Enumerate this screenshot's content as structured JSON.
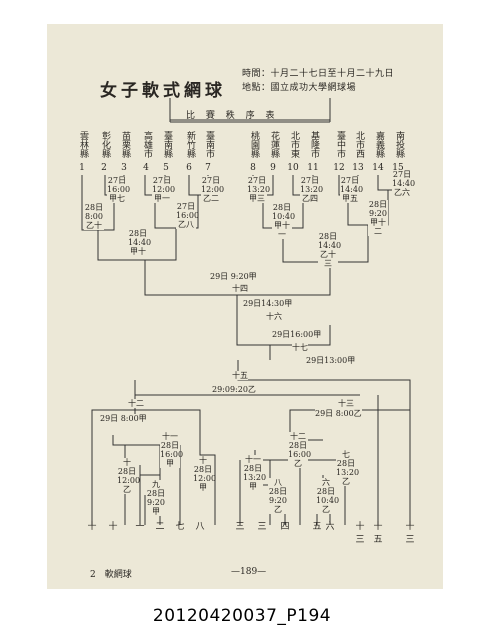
{
  "header": {
    "title": "女子軟式網球",
    "time_line": "時間：十月二十七日至十月二十九日",
    "place_line": "地點：國立成功大學網球場",
    "subtitle": "比 賽 秩 序 表"
  },
  "teams": [
    {
      "name": "雲林縣",
      "num": "1"
    },
    {
      "name": "彰化縣",
      "num": "2"
    },
    {
      "name": "苗栗縣",
      "num": "3"
    },
    {
      "name": "高雄市",
      "num": "4"
    },
    {
      "name": "臺南縣",
      "num": "5"
    },
    {
      "name": "新竹縣",
      "num": "6"
    },
    {
      "name": "臺南市",
      "num": "7"
    },
    {
      "name": "桃園縣",
      "num": "8"
    },
    {
      "name": "花蓮縣",
      "num": "9"
    },
    {
      "name": "北市東",
      "num": "10"
    },
    {
      "name": "基隆市",
      "num": "11"
    },
    {
      "name": "臺中市",
      "num": "12"
    },
    {
      "name": "北市西",
      "num": "13"
    },
    {
      "name": "嘉義縣",
      "num": "14"
    },
    {
      "name": "南投縣",
      "num": "15"
    }
  ],
  "matches_top": [
    {
      "text": "27日16:00甲七"
    },
    {
      "text": "27日12:00甲一"
    },
    {
      "text": "27日12:00乙二"
    },
    {
      "text": "28日8:00乙十"
    },
    {
      "text": "27日16:00乙八"
    },
    {
      "text": "28日14:40甲十"
    },
    {
      "text": "27日13:20甲三"
    },
    {
      "text": "27日13:20乙四"
    },
    {
      "text": "28日10:40甲十一"
    },
    {
      "text": "27日14:40甲五"
    },
    {
      "text": "27日14:40乙六"
    },
    {
      "text": "28日9:20甲十二"
    },
    {
      "text": "28日14:40乙十三"
    },
    {
      "text": "29日 9:20甲"
    },
    {
      "text": "十四"
    },
    {
      "text": "29日14:30甲"
    },
    {
      "text": "十六"
    },
    {
      "text": "29日16:00甲"
    },
    {
      "text": "十七"
    },
    {
      "text": "29日13:00甲"
    },
    {
      "text": "十五"
    },
    {
      "text": "29:09:20乙"
    }
  ],
  "matches_bottom": [
    {
      "text": "29日 8:00甲"
    },
    {
      "text": "十二"
    },
    {
      "text": "29日 8:00乙"
    },
    {
      "text": "十三"
    },
    {
      "text": "十一 28日16:00甲"
    },
    {
      "text": "十 28日12:00乙"
    },
    {
      "text": "十 28日12:00甲"
    },
    {
      "text": "九 28日9:20甲"
    },
    {
      "text": "十二 28日16:00乙"
    },
    {
      "text": "十一 28日13:20甲"
    },
    {
      "text": "八 28日9:20乙"
    },
    {
      "text": "七 28日13:20乙"
    },
    {
      "text": "六 28日10:40乙"
    }
  ],
  "loser_positions": [
    "十",
    "十",
    "一",
    "二",
    "七",
    "八",
    "三",
    "三",
    "四",
    "五",
    "六",
    "十三",
    "十五",
    "十三"
  ],
  "footer": {
    "left": "2　軟網球",
    "page": "—189—"
  },
  "caption": "20120420037_P194"
}
